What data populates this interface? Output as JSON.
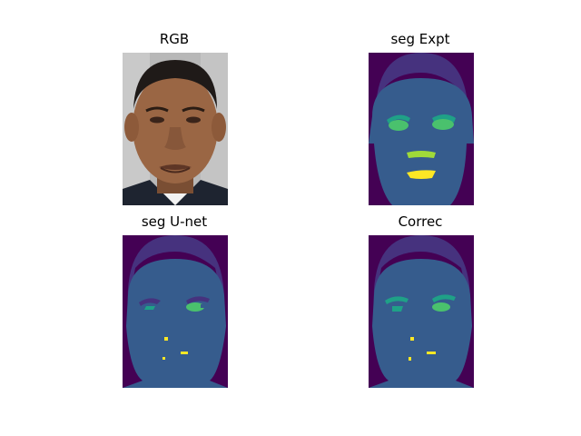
{
  "panels": [
    {
      "title": "RGB",
      "kind": "photo"
    },
    {
      "title": "seg Expt",
      "kind": "segmentation"
    },
    {
      "title": "seg U-net",
      "kind": "segmentation"
    },
    {
      "title": "Correc",
      "kind": "segmentation"
    }
  ],
  "colors": {
    "background_class": "#440154",
    "hair_class": "#46327e",
    "skin_class": "#365c8d",
    "eye_class": "#1fa187",
    "brow_class": "#4ac16d",
    "upper_lip_class": "#a0da39",
    "lower_lip_class": "#fde725"
  }
}
